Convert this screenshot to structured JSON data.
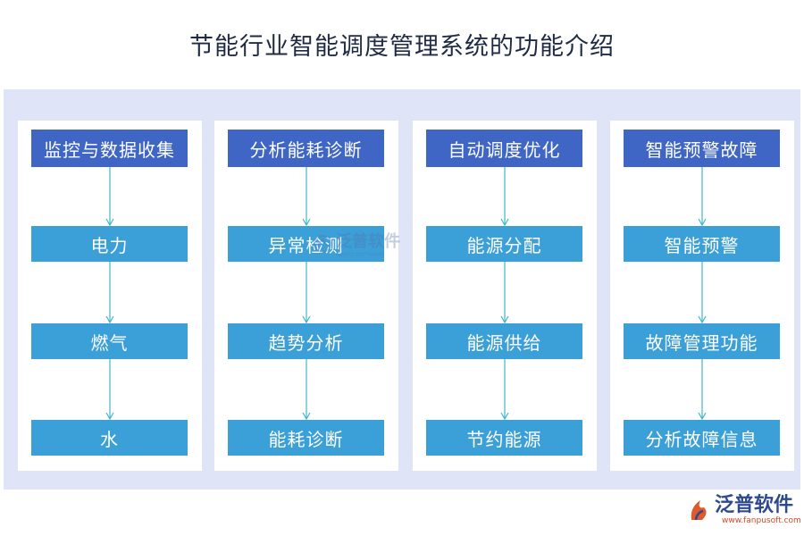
{
  "title": "节能行业智能调度管理系统的功能介绍",
  "colors": {
    "panel": "#dfe5f6",
    "header_box": "#3f66c4",
    "item_box": "#3b9fd8",
    "arrow": "#3fb6c8"
  },
  "columns": [
    {
      "header": "监控与数据收集",
      "items": [
        "电力",
        "燃气",
        "水"
      ]
    },
    {
      "header": "分析能耗诊断",
      "items": [
        "异常检测",
        "趋势分析",
        "能耗诊断"
      ]
    },
    {
      "header": "自动调度优化",
      "items": [
        "能源分配",
        "能源供给",
        "节约能源"
      ]
    },
    {
      "header": "智能预警故障",
      "items": [
        "智能预警",
        "故障管理功能",
        "分析故障信息"
      ]
    }
  ],
  "watermark": {
    "name": "泛普软件",
    "sub": "FANPU SOFTWARE"
  },
  "logo": {
    "name": "泛普软件",
    "url": "www.fanpusoft.com",
    "icon": "fanpu-logo-icon"
  }
}
